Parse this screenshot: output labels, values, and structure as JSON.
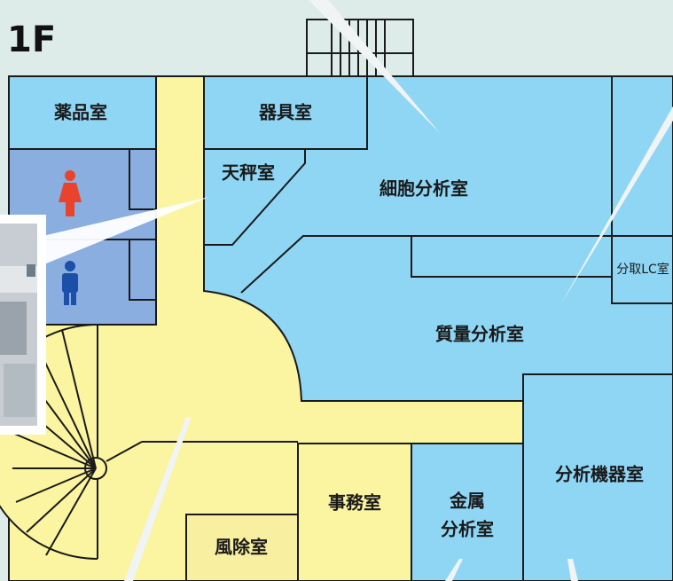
{
  "floor": {
    "label": "1F"
  },
  "rooms": {
    "chemicals": "薬品室",
    "equipment": "器具室",
    "balance": "天秤室",
    "cell_analysis": "細胞分析室",
    "mass_spec": "質量分析室",
    "prep_lc": "分取LC室",
    "analytical_instruments": "分析機器室",
    "office": "事務室",
    "metal_analysis_line1": "金属",
    "metal_analysis_line2": "分析室",
    "windbreak": "風除室"
  },
  "colors": {
    "background": "#ddece9",
    "lab_room": "#8fd6f5",
    "restroom": "#8aaee0",
    "corridor": "#fbf4a1",
    "windbreak": "#f8efa0",
    "female_icon": "#e9432b",
    "male_icon": "#1b4fa8",
    "photo_frame": "#ffffff"
  },
  "icons": [
    "female-restroom-icon",
    "male-restroom-icon"
  ]
}
